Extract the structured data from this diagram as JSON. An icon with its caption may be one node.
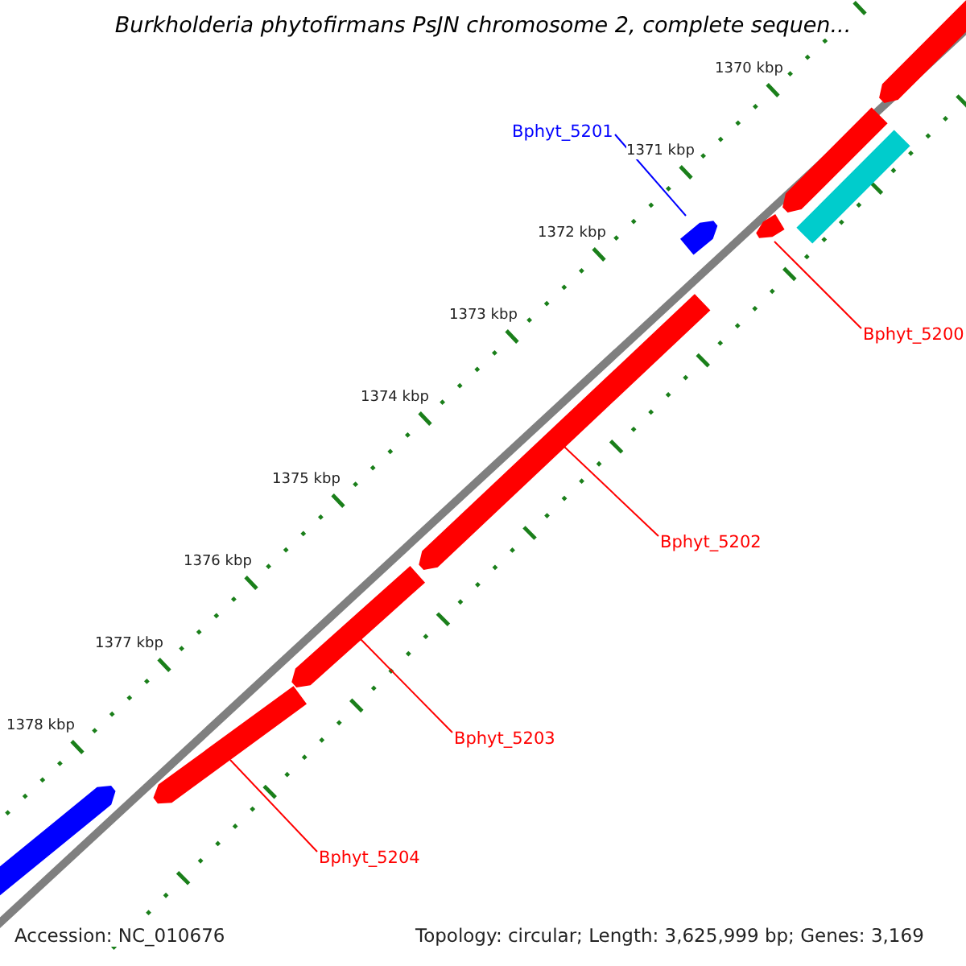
{
  "diagram": {
    "title": "Burkholderia phytofirmans PsJN chromosome 2, complete sequen...",
    "nodes": [
      {
        "text": [
          "Bphyt_5201"
        ]
      },
      {
        "text": [],
        "shape": "bar"
      },
      {
        "text": [
          "Bphyt_5200"
        ]
      },
      {
        "text": [],
        "shape": "bar"
      },
      {
        "text": [
          "Bphyt_5202"
        ]
      },
      {
        "text": [],
        "shape": "bar"
      },
      {
        "text": [
          "Bphyt_5203"
        ]
      },
      {
        "text": [],
        "shape": "bar"
      },
      {
        "text": [
          "Bphyt_5204"
        ]
      },
      {
        "text": [],
        "shape": "bar"
      },
      {
        "text": [],
        "shape": "bar"
      },
      {
        "text": [],
        "shape": "bar"
      },
      {
        "text": [],
        "shape": "bar"
      },
      {
        "text": [],
        "shape": "bar"
      }
    ],
    "edges": [
      {
        "from": 0,
        "to": 1,
        "arrow": "none",
        "color": "#0000ff"
      },
      {
        "from": 2,
        "to": 3,
        "arrow": "none"
      },
      {
        "from": 4,
        "to": 5,
        "arrow": "none"
      },
      {
        "from": 6,
        "to": 7,
        "arrow": "none"
      },
      {
        "from": 8,
        "to": 9,
        "arrow": "none"
      }
    ],
    "labels": [
      "1370 kbp",
      "1371 kbp",
      "1372 kbp",
      "1373 kbp",
      "1374 kbp",
      "1375 kbp",
      "1376 kbp",
      "1377 kbp",
      "1378 kbp",
      "Accession: NC_010676",
      "Topology: circular; Length: 3,625,999 bp; Genes: 3,169"
    ]
  }
}
